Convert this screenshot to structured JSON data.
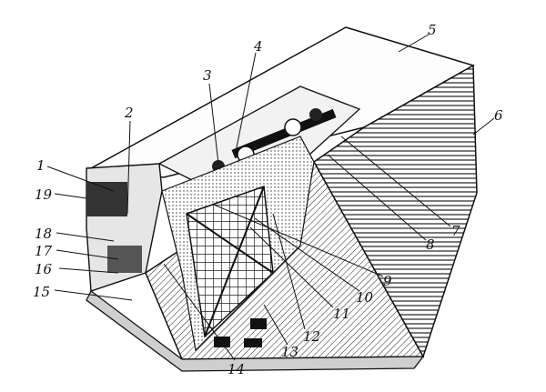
{
  "figure": {
    "callouts": [
      {
        "id": "1",
        "text": "1"
      },
      {
        "id": "2",
        "text": "2"
      },
      {
        "id": "3",
        "text": "3"
      },
      {
        "id": "4",
        "text": "4"
      },
      {
        "id": "5",
        "text": "5"
      },
      {
        "id": "6",
        "text": "6"
      },
      {
        "id": "7",
        "text": "7"
      },
      {
        "id": "8",
        "text": "8"
      },
      {
        "id": "9",
        "text": "9"
      },
      {
        "id": "10",
        "text": "10"
      },
      {
        "id": "11",
        "text": "11"
      },
      {
        "id": "12",
        "text": "12"
      },
      {
        "id": "13",
        "text": "13"
      },
      {
        "id": "14",
        "text": "14"
      },
      {
        "id": "15",
        "text": "15"
      },
      {
        "id": "16",
        "text": "16"
      },
      {
        "id": "17",
        "text": "17"
      },
      {
        "id": "18",
        "text": "18"
      },
      {
        "id": "19",
        "text": "19"
      }
    ]
  }
}
